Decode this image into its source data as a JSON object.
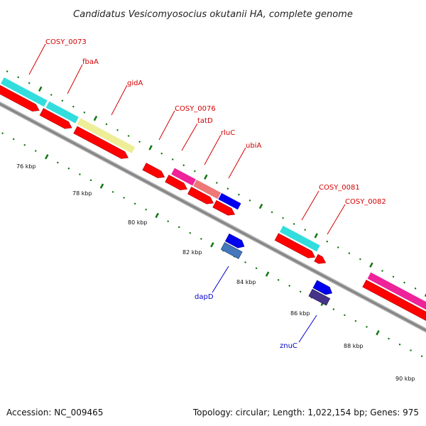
{
  "title": "Candidatus Vesicomyosocius okutanii HA, complete genome",
  "footer": {
    "accession": "Accession: NC_009465",
    "topology": "Topology: circular; Length: 1,022,154 bp; Genes: 975"
  },
  "kbp_labels": [
    "76 kbp",
    "78 kbp",
    "80 kbp",
    "82 kbp",
    "84 kbp",
    "86 kbp",
    "88 kbp",
    "90 kbp"
  ],
  "gene_labels_red": [
    "COSY_0073",
    "fbaA",
    "gidA",
    "COSY_0076",
    "tatD",
    "rluC",
    "ubiA",
    "COSY_0081",
    "COSY_0082"
  ],
  "gene_labels_blue": [
    "dapD",
    "znuC"
  ],
  "colors": {
    "cds_red": "#ff0000",
    "cyan": "#33dddd",
    "khaki": "#eeee99",
    "magenta": "#ee2299",
    "salmon": "#ee7777",
    "blue": "#0000ee",
    "steel_blue": "#4477bb",
    "slate": "#443388",
    "tick_green": "#117711",
    "backbone": "#7a7a7a"
  }
}
